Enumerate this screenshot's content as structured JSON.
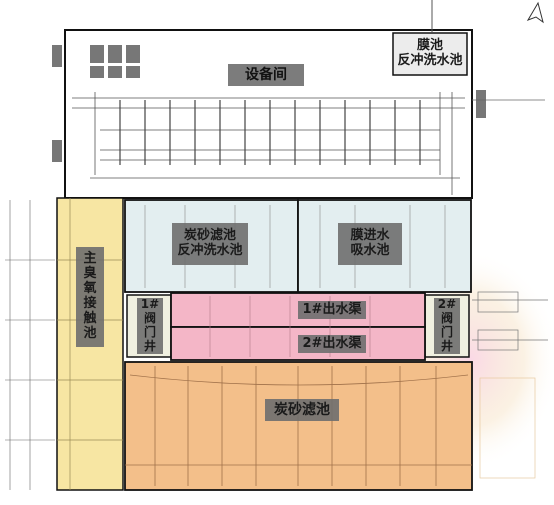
{
  "labels": {
    "equipment_room": "设备间",
    "membrane_backwash": "膜池\n反冲洗水池",
    "carbon_backwash": "炭砂滤池\n反冲洗水池",
    "membrane_inlet": "膜进水\n吸水池",
    "main_ozone": "主\n臭\n氧\n接\n触\n池",
    "valve_well_1": "1#\n阀\n门\n井",
    "valve_well_2": "2#\n阀\n门\n井",
    "outlet_channel_1": "1#出水渠",
    "outlet_channel_2": "2#出水渠",
    "carbon_filter": "炭砂滤池"
  },
  "colors": {
    "ozone_fill": "#f7e6a3",
    "carbon_fill": "#f3bf8a",
    "channel_fill": "#f4b6c7",
    "backwash_fill": "#e3eef0",
    "valve_fill": "#f0f0e0",
    "outline": "#111111",
    "drawing_line": "#555555",
    "label_box": "#6e6e6e"
  }
}
